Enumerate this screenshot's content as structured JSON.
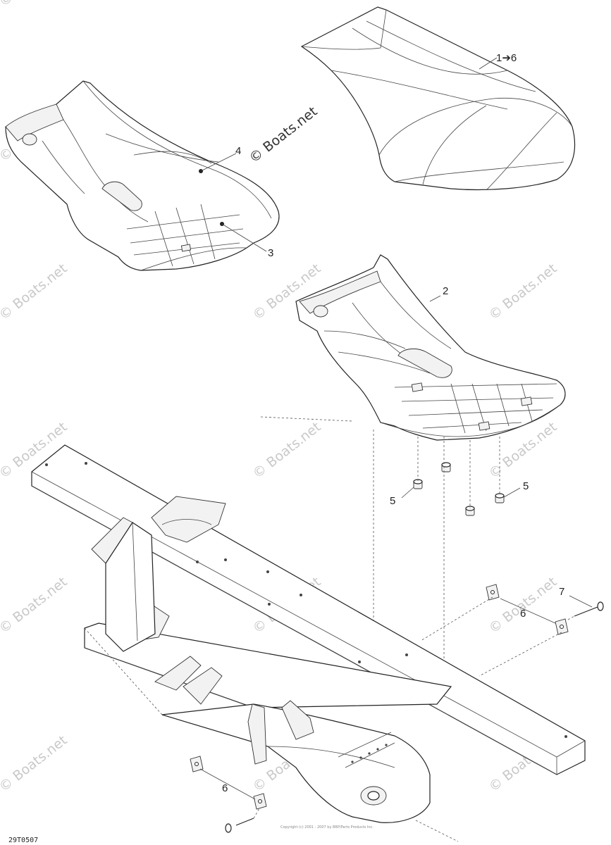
{
  "diagram": {
    "watermark_text": "© Boats.net",
    "drawing_code": "29T0507",
    "copyright_text": "Copyright (c) 2001 - 2007 by BRP/Parts Products Inc.",
    "callouts": {
      "c1to6": "1➔6",
      "c2": "2",
      "c3": "3",
      "c4": "4",
      "c5a": "5",
      "c5b": "5",
      "c6a": "6",
      "c6b": "6",
      "c7": "7"
    }
  }
}
